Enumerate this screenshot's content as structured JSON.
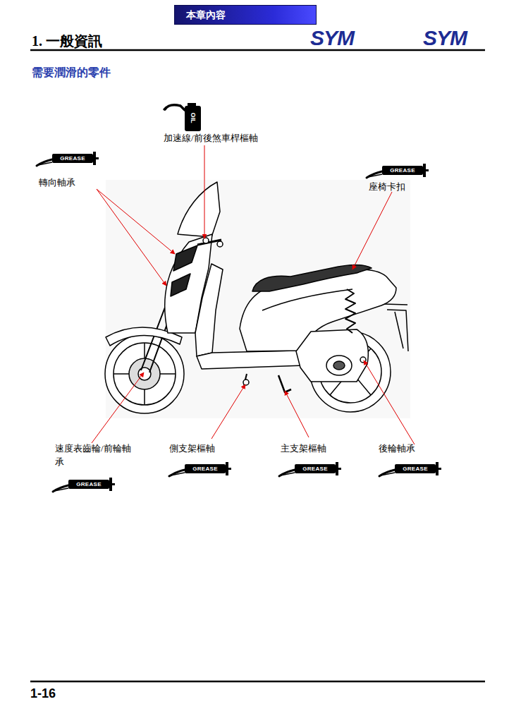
{
  "diagram": {
    "title": "1. 一般資訊",
    "nodes": [
      {
        "text": [
          "本章內容"
        ]
      }
    ],
    "labels": [
      "SYM",
      "SYM",
      "需要潤滑的零件",
      "加速線/前後煞車桿樞軸",
      "OIL",
      "GREASE",
      "轉向軸承",
      "GREASE",
      "座椅卡扣",
      "速度表齒輪/前輪軸承",
      "GREASE",
      "側支架樞軸",
      "GREASE",
      "主支架樞軸",
      "GREASE",
      "後輪軸承",
      "GREASE",
      "1-16"
    ]
  }
}
